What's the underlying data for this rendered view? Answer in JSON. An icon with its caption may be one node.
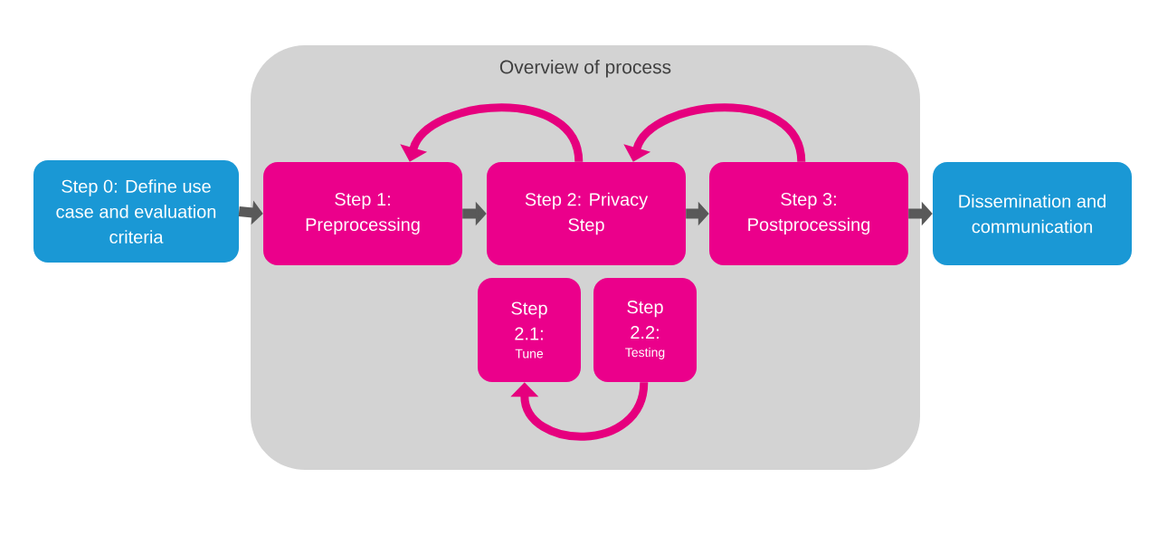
{
  "diagram": {
    "nodes": [
      {
        "text": [
          "Step 0: Define use case and evaluation criteria"
        ]
      },
      {
        "text": [
          "Overview of process"
        ]
      },
      {
        "text": [
          "Step 1: Preprocessing"
        ],
        "in": 1
      },
      {
        "text": [
          "Step 2: Privacy Step"
        ],
        "in": 1
      },
      {
        "text": [
          "Step 3: Postprocessing"
        ],
        "in": 1
      },
      {
        "text": [
          "Step 2.1:",
          "Tune"
        ],
        "in": 1
      },
      {
        "text": [
          "Step 2.2:",
          "Testing"
        ],
        "in": 1
      },
      {
        "text": [
          "Dissemination and communication"
        ]
      }
    ],
    "edges": [
      {
        "from": 0,
        "to": 2,
        "arrow": "to"
      },
      {
        "from": 2,
        "to": 3,
        "arrow": "to"
      },
      {
        "from": 3,
        "to": 4,
        "arrow": "to"
      },
      {
        "from": 4,
        "to": 7,
        "arrow": "to"
      },
      {
        "from": 3,
        "to": 2,
        "arrow": "to",
        "color": "#e6007e"
      },
      {
        "from": 4,
        "to": 3,
        "arrow": "to",
        "color": "#e6007e"
      },
      {
        "from": 6,
        "to": 5,
        "arrow": "to",
        "color": "#e6007e"
      }
    ]
  }
}
